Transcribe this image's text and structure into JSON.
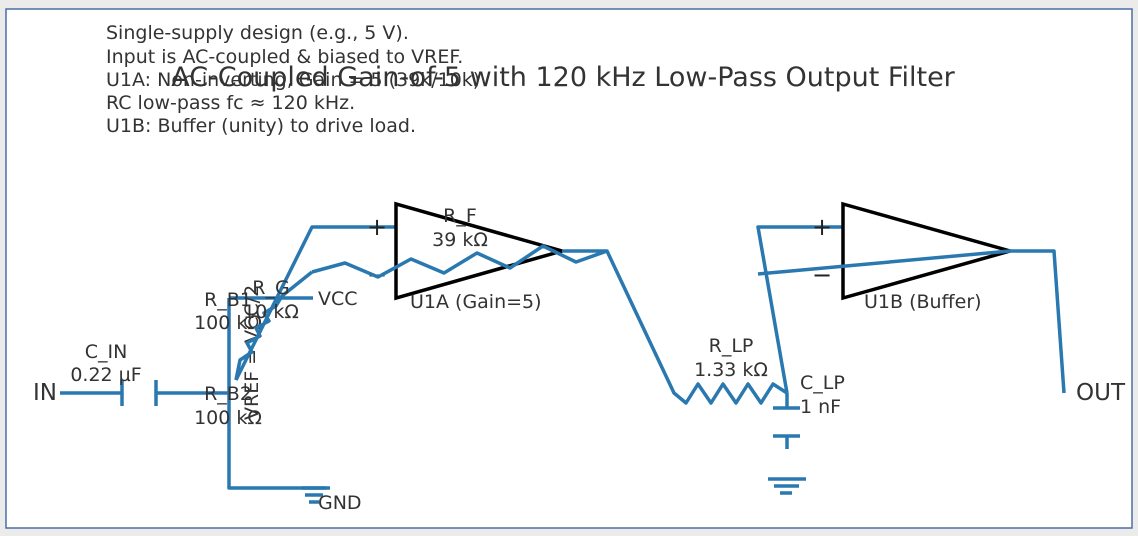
{
  "title": "AC-Coupled Gain-of-5 with 120 kHz Low-Pass Output Filter",
  "notes": [
    "Single-supply design (e.g., 5 V).",
    "Input is AC-coupled & biased to VREF.",
    "U1A: Non-inverting, Gain = 5 (39k/10k)",
    "RC low-pass fc ≈ 120 kHz.",
    "U1B: Buffer (unity) to drive load."
  ],
  "ports": {
    "input": "IN",
    "output": "OUT"
  },
  "rails": {
    "vcc": "VCC",
    "gnd": "GND",
    "vref": "VREF = VCC/2"
  },
  "components": {
    "c_in": {
      "name": "C_IN",
      "value": "0.22 µF"
    },
    "r_b1": {
      "name": "R_B1",
      "value": "100 kΩ"
    },
    "r_b2": {
      "name": "R_B2",
      "value": "100 kΩ"
    },
    "r_g": {
      "name": "R_G",
      "value": "10 kΩ"
    },
    "r_f": {
      "name": "R_F",
      "value": "39 kΩ"
    },
    "r_lp": {
      "name": "R_LP",
      "value": "1.33 kΩ"
    },
    "c_lp": {
      "name": "C_LP",
      "value": "1 nF"
    }
  },
  "opamps": {
    "u1a": {
      "label": "U1A (Gain=5)",
      "plus": "+",
      "minus": "−"
    },
    "u1b": {
      "label": "U1B (Buffer)",
      "plus": "+",
      "minus": "−"
    }
  },
  "colors": {
    "wire": "#2a78b0",
    "opamp": "#000000",
    "text": "#333333",
    "frame": "#4a6fa5"
  }
}
